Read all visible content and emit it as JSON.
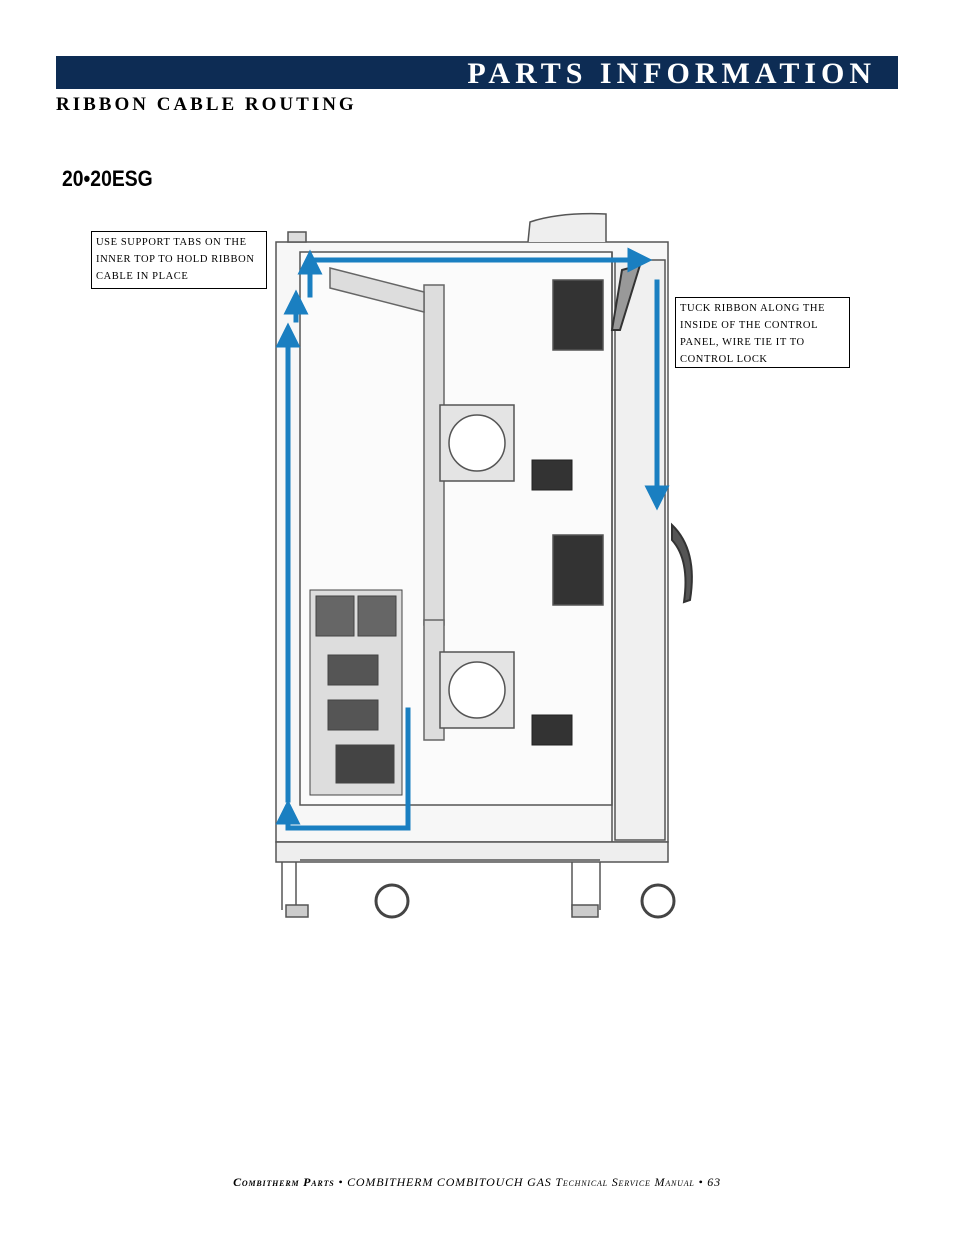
{
  "header": {
    "title": "PARTS INFORMATION"
  },
  "section": {
    "title": "RIBBON CABLE ROUTING"
  },
  "model": {
    "title": "20•20ESG"
  },
  "callouts": {
    "left": [
      "USE SUPPORT TABS ON THE",
      "INNER TOP TO HOLD RIBBON",
      "CABLE IN PLACE"
    ],
    "right": [
      "TUCK RIBBON ALONG THE",
      "INSIDE OF THE CONTROL",
      "PANEL, WIRE TIE IT TO",
      "CONTROL LOCK"
    ]
  },
  "footer": {
    "brand": "Combitherm Parts",
    "sep1": " • ",
    "manual_main": "COMBITHERM COMBITOUCH GAS ",
    "manual_tail": "Technical Service Manual",
    "sep2": " • ",
    "page": "63"
  },
  "colors": {
    "header_bar": "#0d2c54",
    "route_arrow": "#1a7fc1"
  }
}
